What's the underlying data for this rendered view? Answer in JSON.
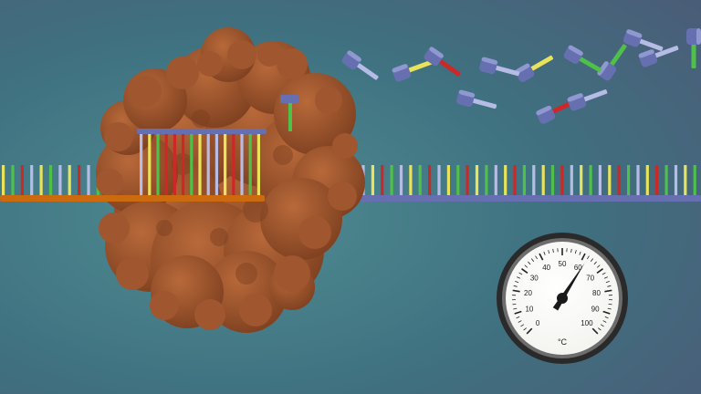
{
  "scene": {
    "background": {
      "center": "#4f8c92",
      "mid": "#3f7180",
      "edge": "#4a5d78"
    },
    "polymerase": {
      "color": "#a0562e",
      "shade": "#7a3d1e",
      "highlight": "#b8693a"
    },
    "backbone": {
      "template_color": "#6670b0",
      "new_strand_color": "#cc6a10"
    },
    "base_colors": [
      "#e8e35a",
      "#cc2828",
      "#4fc04a",
      "#b6bce6"
    ],
    "template_bases": [
      "yellow",
      "green",
      "red",
      "lilac",
      "yellow",
      "green",
      "lilac",
      "yellow",
      "red",
      "lilac",
      "green",
      "yellow",
      "red",
      "green",
      "lilac",
      "yellow",
      "red",
      "yellow",
      "green",
      "lilac",
      "yellow",
      "red",
      "green",
      "lilac",
      "yellow",
      "green",
      "red",
      "lilac",
      "yellow",
      "green",
      "yellow",
      "lilac",
      "red",
      "green",
      "yellow",
      "lilac",
      "red",
      "green",
      "lilac",
      "yellow",
      "red",
      "green",
      "lilac",
      "yellow",
      "green",
      "red",
      "lilac",
      "yellow",
      "green",
      "red",
      "yellow",
      "green",
      "lilac",
      "yellow",
      "red",
      "green",
      "lilac",
      "yellow",
      "green",
      "red",
      "lilac",
      "yellow",
      "green",
      "lilac",
      "yellow",
      "red",
      "green",
      "lilac",
      "yellow",
      "red",
      "green",
      "lilac",
      "yellow",
      "green"
    ],
    "primer_bases": [
      "lilac",
      "yellow",
      "green",
      "red",
      "red",
      "red",
      "green",
      "yellow",
      "lilac",
      "lilac",
      "yellow",
      "red",
      "lilac",
      "green",
      "yellow"
    ],
    "free_nucleotides": [
      {
        "color": "lilac",
        "angle": 35
      },
      {
        "color": "yellow",
        "angle": -20
      },
      {
        "color": "red",
        "angle": 35
      },
      {
        "color": "lilac",
        "angle": 15
      },
      {
        "color": "yellow",
        "angle": -30
      },
      {
        "color": "lilac",
        "angle": 15
      },
      {
        "color": "green",
        "angle": -55
      },
      {
        "color": "red",
        "angle": -25
      },
      {
        "color": "lilac",
        "angle": -20
      },
      {
        "color": "green",
        "angle": 30
      },
      {
        "color": "lilac",
        "angle": -20
      },
      {
        "color": "lilac",
        "angle": 20
      },
      {
        "color": "green",
        "angle": 90
      }
    ]
  },
  "thermometer": {
    "ticks": [
      "0",
      "10",
      "20",
      "30",
      "40",
      "50",
      "60",
      "70",
      "80",
      "90",
      "100"
    ],
    "unit": "°C",
    "reading": 62,
    "face_color": "#f2f2ee",
    "rim_color": "#2a2a2a",
    "needle_color": "#1a1a1a"
  }
}
